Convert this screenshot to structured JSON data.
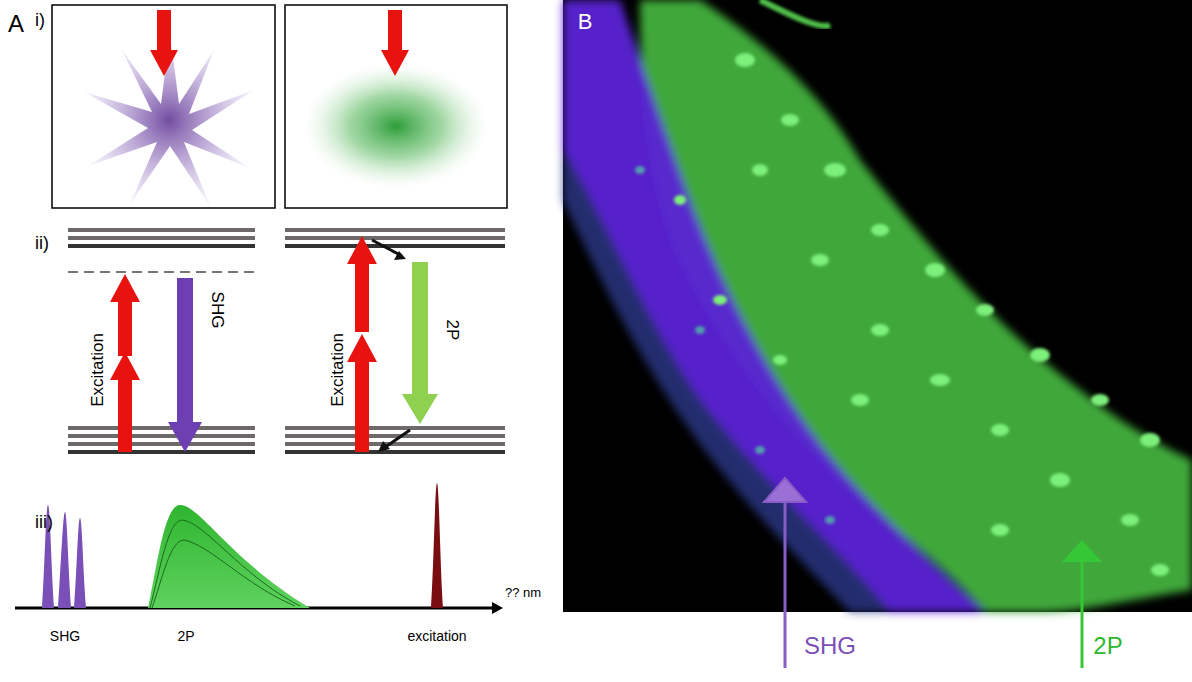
{
  "diagram": {
    "labels": [
      "A",
      "i)",
      "ii)",
      "Excitation",
      "SHG",
      "Excitation",
      "2P",
      "iii)",
      "SHG",
      "2P",
      "excitation",
      "?? nm",
      "B",
      "SHG",
      "2P"
    ]
  }
}
